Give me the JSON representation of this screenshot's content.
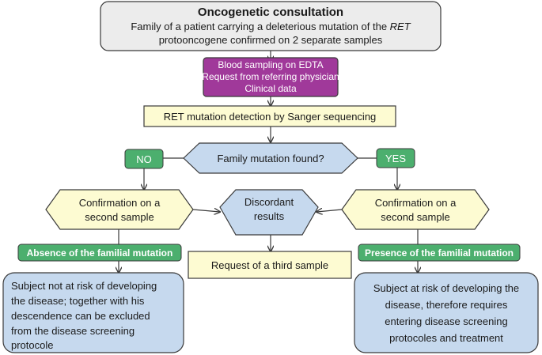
{
  "consultation": {
    "title": "Oncogenetic consultation",
    "line1_before": "Family of a patient carrying a deleterious mutation of the ",
    "line1_gene": "RET",
    "line2": "protooncogene confirmed on 2 separate samples"
  },
  "sampling": {
    "line1": "Blood sampling on EDTA",
    "line2": "Request from referring physician",
    "line3": "Clinical data"
  },
  "detection": {
    "label": "RET mutation detection by Sanger sequencing"
  },
  "decision": {
    "question": "Family mutation found?",
    "no_label": "NO",
    "yes_label": "YES"
  },
  "confirm_left": {
    "line1": "Confirmation on a",
    "line2": "second sample"
  },
  "confirm_right": {
    "line1": "Confirmation on a",
    "line2": "second sample"
  },
  "discordant": {
    "line1": "Discordant",
    "line2": "results"
  },
  "third_sample": {
    "label": "Request of a third sample"
  },
  "absence": {
    "label": "Absence of the familial mutation"
  },
  "presence": {
    "label": "Presence of the familial mutation"
  },
  "outcome_negative": {
    "line1": "Subject not at risk of developing",
    "line2": "the disease; together with his",
    "line3": "descendence can be excluded",
    "line4": "from the disease screening",
    "line5": "protocole"
  },
  "outcome_positive": {
    "line1": "Subject at risk of developing the",
    "line2": "disease, therefore requires",
    "line3": "entering disease screening",
    "line4": "protocoles and treatment"
  },
  "colors": {
    "grey_box": "#ececec",
    "purple_box": "#a0399a",
    "yellow_box": "#fdfbd2",
    "blue_box": "#c6d9ee",
    "green_tag": "#4caf6e",
    "line": "#3a3a3a"
  }
}
